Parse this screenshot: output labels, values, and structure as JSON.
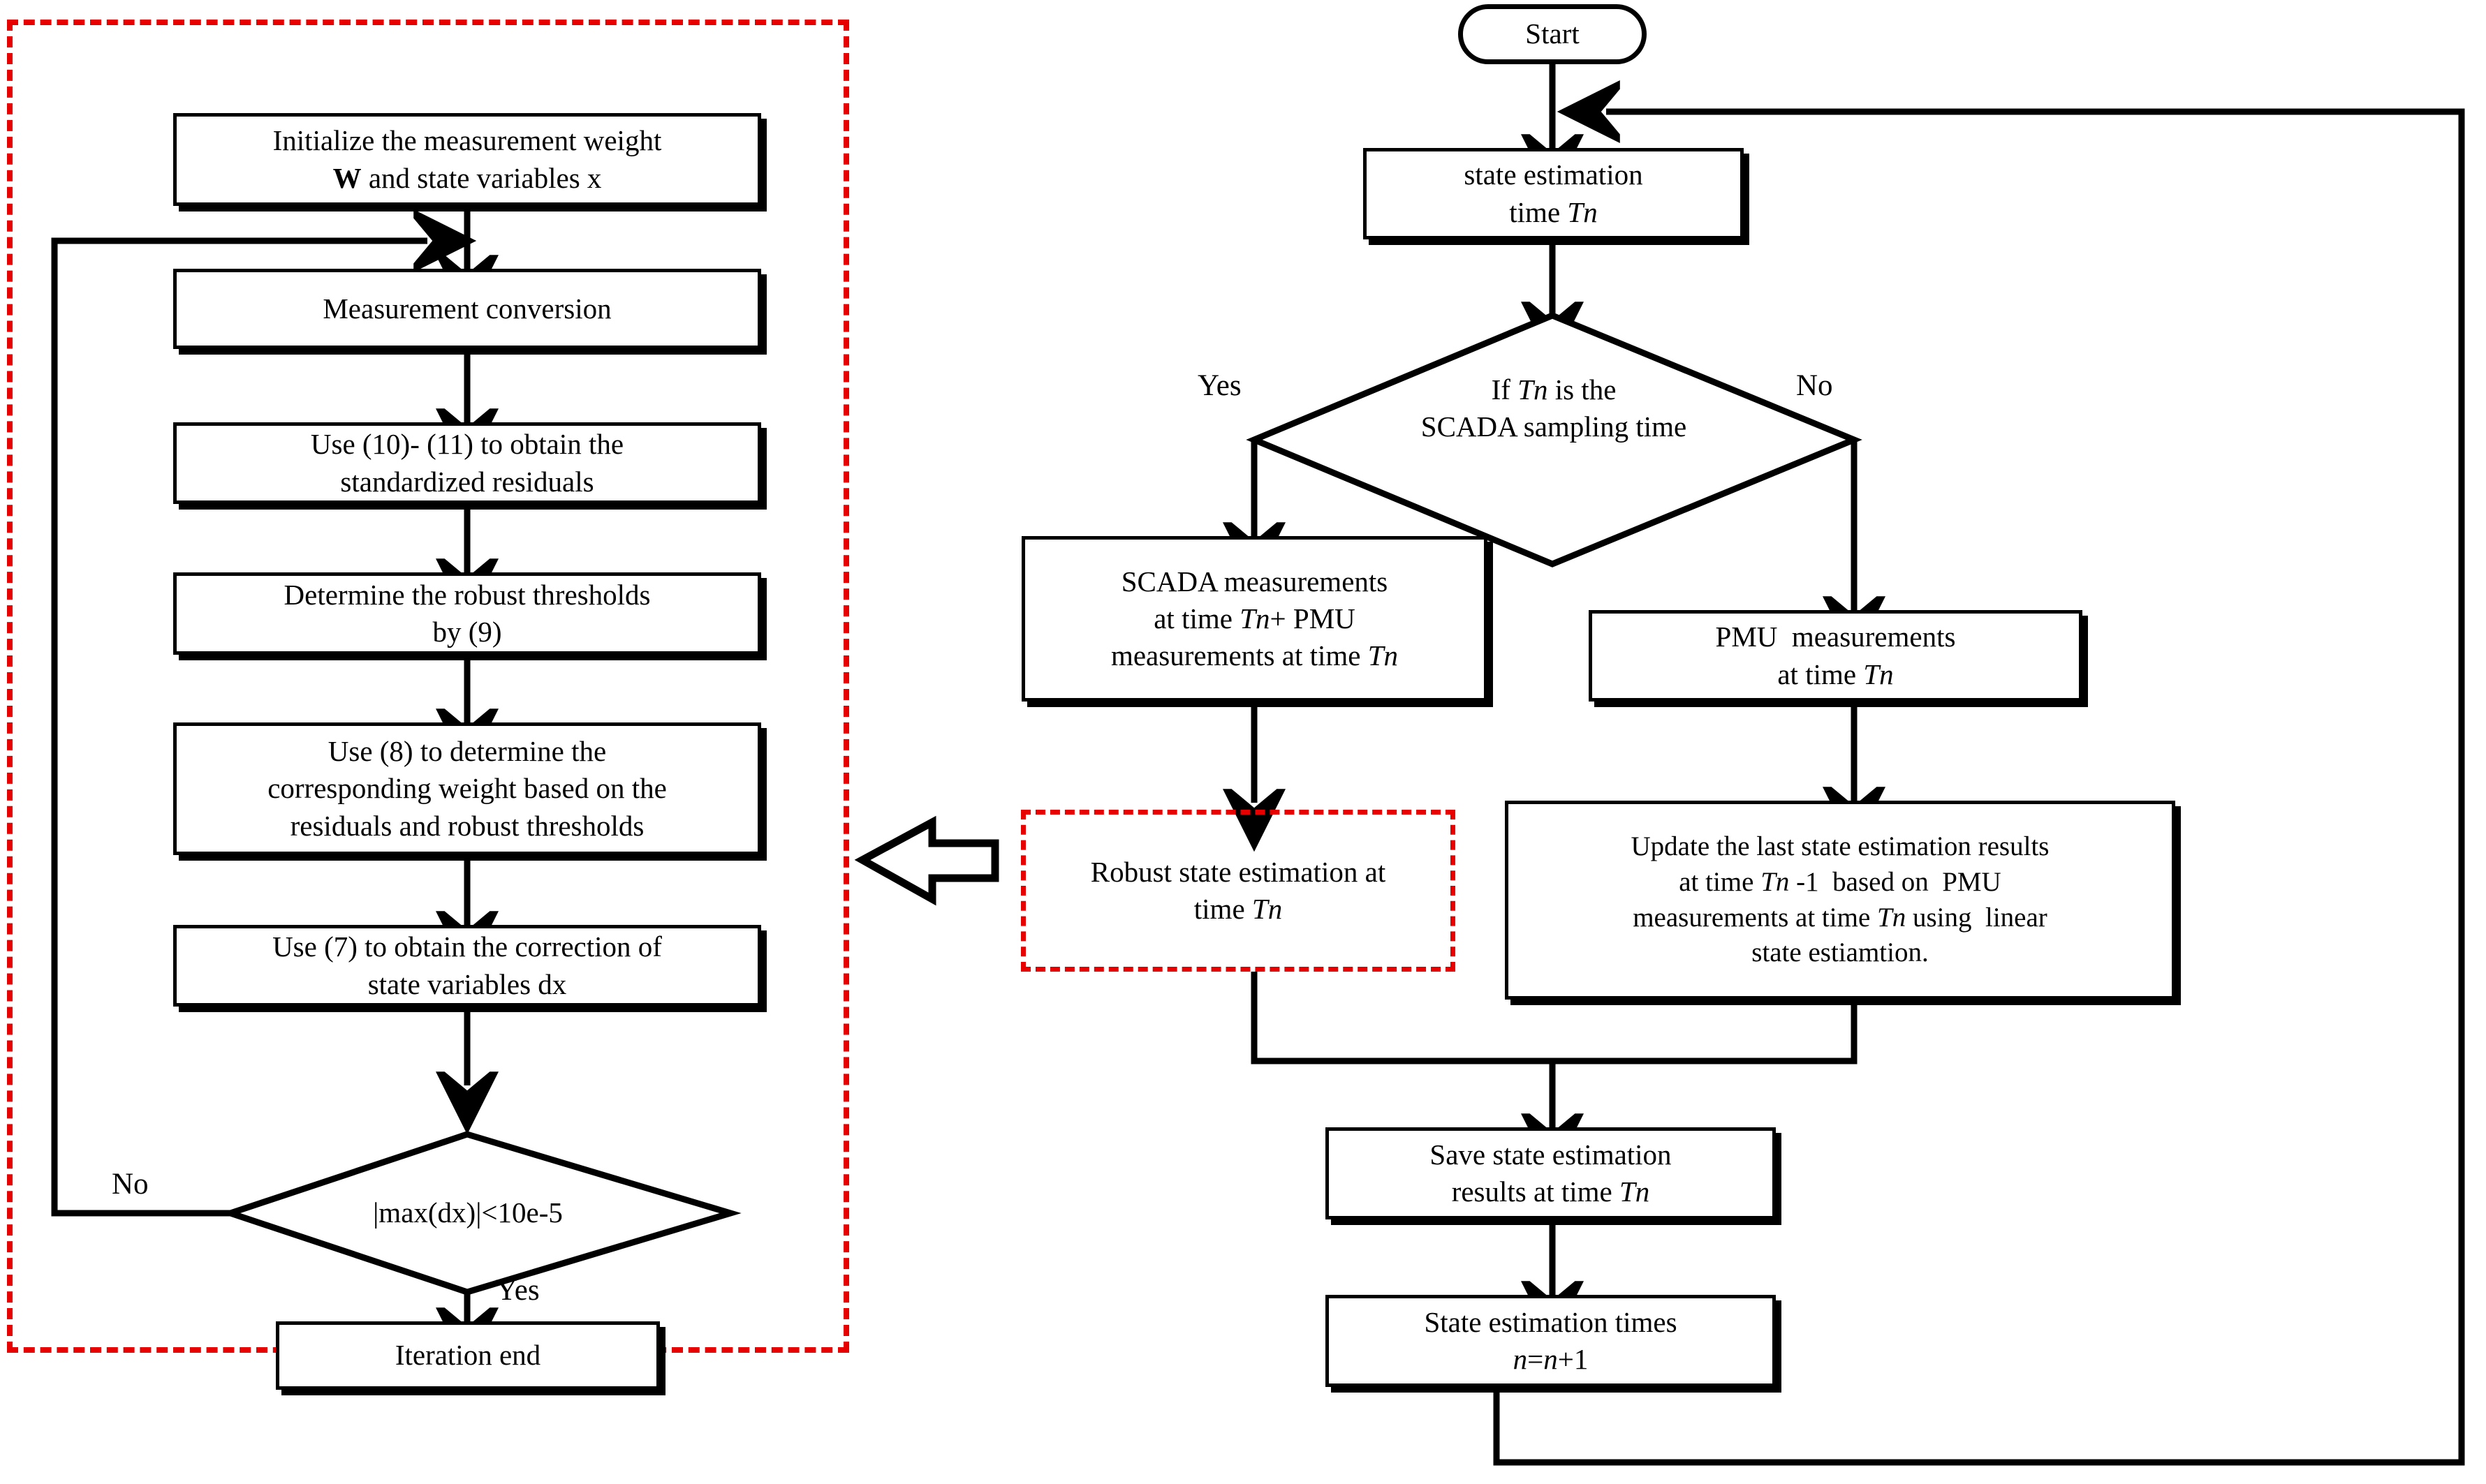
{
  "diagram": {
    "title": "Robust hybrid SCADA/PMU state estimation flowchart",
    "accent_red": "#e60000",
    "line_color": "#000000",
    "background": "#ffffff"
  },
  "left_panel": {
    "region_label": "robust-state-estimation-subroutine",
    "boxes": [
      {
        "id": "init",
        "line1": "Initialize the measurement weight",
        "line2": "W and state variables x"
      },
      {
        "id": "conversion",
        "line1": "Measurement conversion",
        "line2": ""
      },
      {
        "id": "residuals",
        "line1": "Use (10)- (11) to obtain the",
        "line2": "standardized residuals"
      },
      {
        "id": "thresholds",
        "line1": "Determine the robust thresholds",
        "line2": "by (9)"
      },
      {
        "id": "weight",
        "line1": "Use (8) to determine the",
        "line2": "corresponding weight based on the",
        "line3": "residuals and robust thresholds"
      },
      {
        "id": "correction",
        "line1": "Use (7) to obtain the correction of",
        "line2": "state variables dx"
      },
      {
        "id": "iteration_end",
        "line1": "Iteration end",
        "line2": ""
      }
    ],
    "decision": {
      "id": "converged",
      "text": "|max(dx)|<10e-5"
    },
    "edge_labels": {
      "no": "No",
      "yes": "Yes"
    }
  },
  "right_panel": {
    "start": "Start",
    "boxes": [
      {
        "id": "se_time",
        "line1": "state estimation",
        "line2": "time Tn"
      },
      {
        "id": "scada",
        "line1": "SCADA measurements",
        "line2": "at time Tn+ PMU",
        "line3": "measurements at time Tn"
      },
      {
        "id": "pmu",
        "line1": "PMU  measurements",
        "line2": "at time Tn"
      },
      {
        "id": "robust_se",
        "line1": "Robust state estimation at",
        "line2": "time Tn"
      },
      {
        "id": "update",
        "line1": "Update the last state estimation results",
        "line2": "at time Tn -1  based on  PMU",
        "line3": "measurements at time Tn using linear",
        "line4": "state estiamtion."
      },
      {
        "id": "save",
        "line1": "Save state estimation",
        "line2": "results at time Tn"
      },
      {
        "id": "times",
        "line1": "State estimation times",
        "line2": "n=n+1"
      }
    ],
    "decision": {
      "id": "is_scada_time",
      "line1": "If Tn is the",
      "line2": "SCADA sampling time"
    },
    "edge_labels": {
      "yes": "Yes",
      "no": "No"
    }
  }
}
